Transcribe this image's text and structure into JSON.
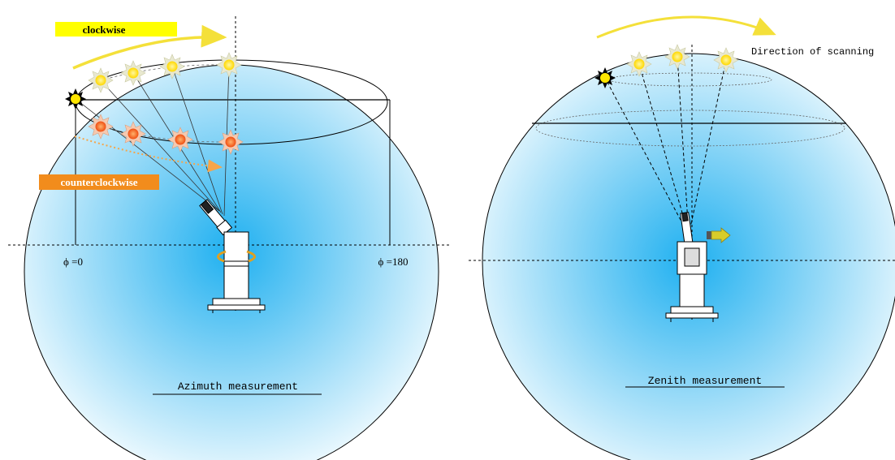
{
  "left_panel": {
    "tag_clockwise": "clockwise",
    "tag_counterclockwise": "counterclockwise",
    "phi_zero": "ϕ =0",
    "phi_180": "ϕ =180",
    "caption": "Azimuth measurement"
  },
  "right_panel": {
    "direction_label": "Direction of scanning",
    "caption": "Zenith measurement"
  },
  "colors": {
    "sky_center": "#2fb4ef",
    "sky_edge": "#e6f6fd",
    "tag_yellow": "#ffff00",
    "tag_orange": "#f28c1c",
    "sun_yellow": "#ffe600",
    "sun_orange": "#f25a1a",
    "arrow_yellow": "#f4e03a",
    "arrow_orange": "#f6a54a"
  }
}
